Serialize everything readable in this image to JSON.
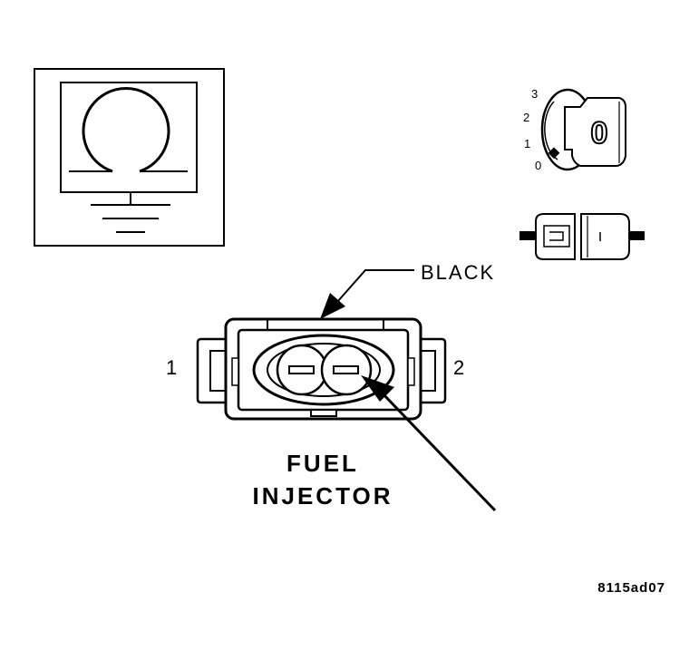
{
  "wire_color_label": "BLACK",
  "terminals": [
    "1",
    "2"
  ],
  "connector_title": [
    "FUEL",
    "INJECTOR"
  ],
  "figure_code": "8115ad07",
  "ignition_positions": [
    "3",
    "2",
    "1",
    "0"
  ],
  "key_mark": "0",
  "colors": {
    "ink": "#000000",
    "background": "#ffffff"
  },
  "icons": [
    "ohmmeter-ground-icon",
    "ignition-key-icon",
    "unplugged-connector-icon"
  ]
}
